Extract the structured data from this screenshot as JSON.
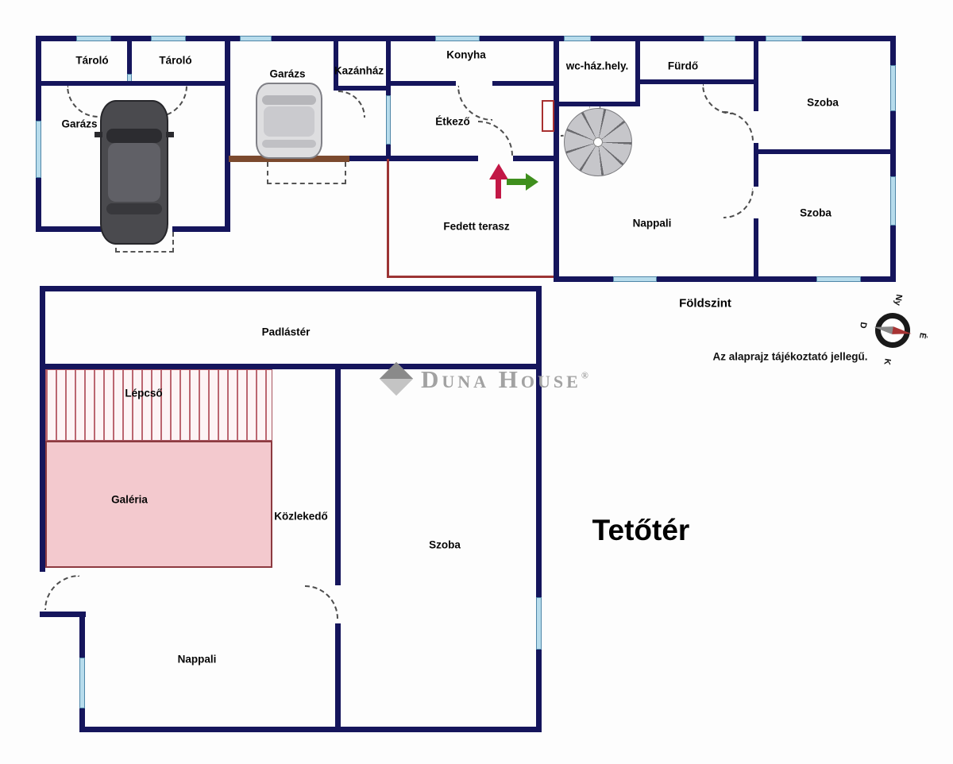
{
  "ground_floor": {
    "title": "Földszint",
    "rooms": {
      "tarolo1": "Tároló",
      "tarolo2": "Tároló",
      "garazs_left": "Garázs",
      "garazs_mid": "Garázs",
      "kazanhaz": "Kazánház",
      "konyha": "Konyha",
      "etkezo": "Étkező",
      "fedett_terasz": "Fedett terasz",
      "wc_haz_hely": "wc-ház.hely.",
      "furdo": "Fürdő",
      "szoba_top": "Szoba",
      "szoba_bottom": "Szoba",
      "nappali": "Nappali"
    }
  },
  "attic_floor": {
    "title": "Tetőtér",
    "rooms": {
      "padlaster": "Padlástér",
      "lepcso": "Lépcső",
      "galeria": "Galéria",
      "kozlekedo": "Közlekedő",
      "szoba": "Szoba",
      "nappali": "Nappali"
    }
  },
  "compass": {
    "north": "É",
    "south": "D",
    "east": "K",
    "west": "Ny"
  },
  "watermark": {
    "brand": "Duna House",
    "registered": "®"
  },
  "disclaimer": "Az alaprajz tájékoztató jellegű.",
  "colors": {
    "wall": "#15155c",
    "window": "#b7dcec",
    "terrace_outline": "#9c3434",
    "galeria_fill": "#f3c9ce",
    "stair_hatch": "#bb6670",
    "arrow_red": "#c21846",
    "arrow_green": "#3f8f1d",
    "garage_door": "#7b4a2e"
  }
}
